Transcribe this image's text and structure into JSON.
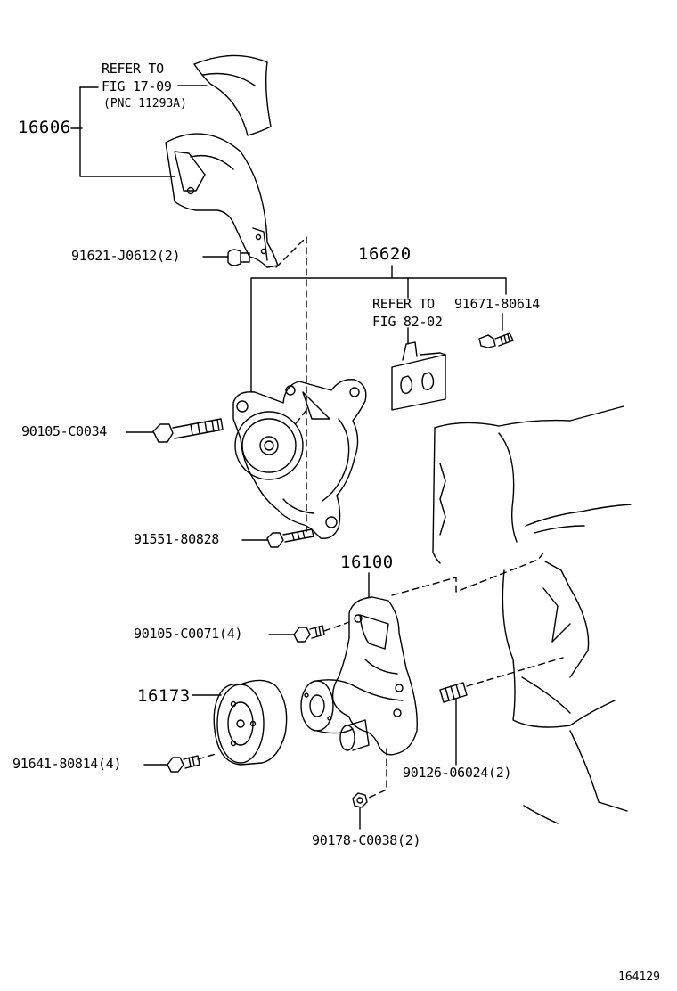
{
  "callouts": {
    "refer_1": {
      "line1": "REFER TO",
      "line2": "FIG 17-09",
      "line3": "(PNC 11293A)"
    },
    "refer_2": {
      "line1": "REFER TO",
      "line2": "FIG 82-02"
    }
  },
  "parts": {
    "p16606": "16606",
    "p16620": "16620",
    "p16100": "16100",
    "p16173": "16173",
    "bolt_91621": "91621-J0612(2)",
    "bolt_91671": "91671-80614",
    "bolt_90105_c0034": "90105-C0034",
    "bolt_91551": "91551-80828",
    "bolt_90105_c0071": "90105-C0071(4)",
    "bolt_91641": "91641-80814(4)",
    "stud_90126": "90126-06024(2)",
    "nut_90178": "90178-C0038(2)"
  },
  "figure_id": "164129"
}
